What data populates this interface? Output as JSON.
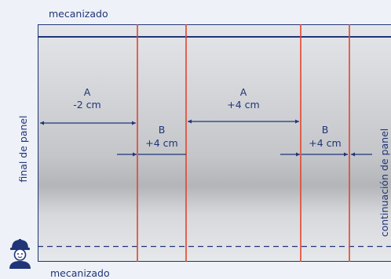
{
  "labels": {
    "top": "mecanizado",
    "bottom": "mecanizado",
    "left": "final de panel",
    "right": "continuación de panel"
  },
  "measurements": [
    {
      "id": "a1",
      "letter": "A",
      "value": "-2 cm"
    },
    {
      "id": "b1",
      "letter": "B",
      "value": "+4 cm"
    },
    {
      "id": "a2",
      "letter": "A",
      "value": "+4 cm"
    },
    {
      "id": "b2",
      "letter": "B",
      "value": "+4 cm"
    }
  ],
  "icons": {
    "worker": "worker-helmet-icon"
  },
  "colors": {
    "navy": "#1f3577",
    "red_line": "#e3442c",
    "background": "#eef1f7"
  }
}
